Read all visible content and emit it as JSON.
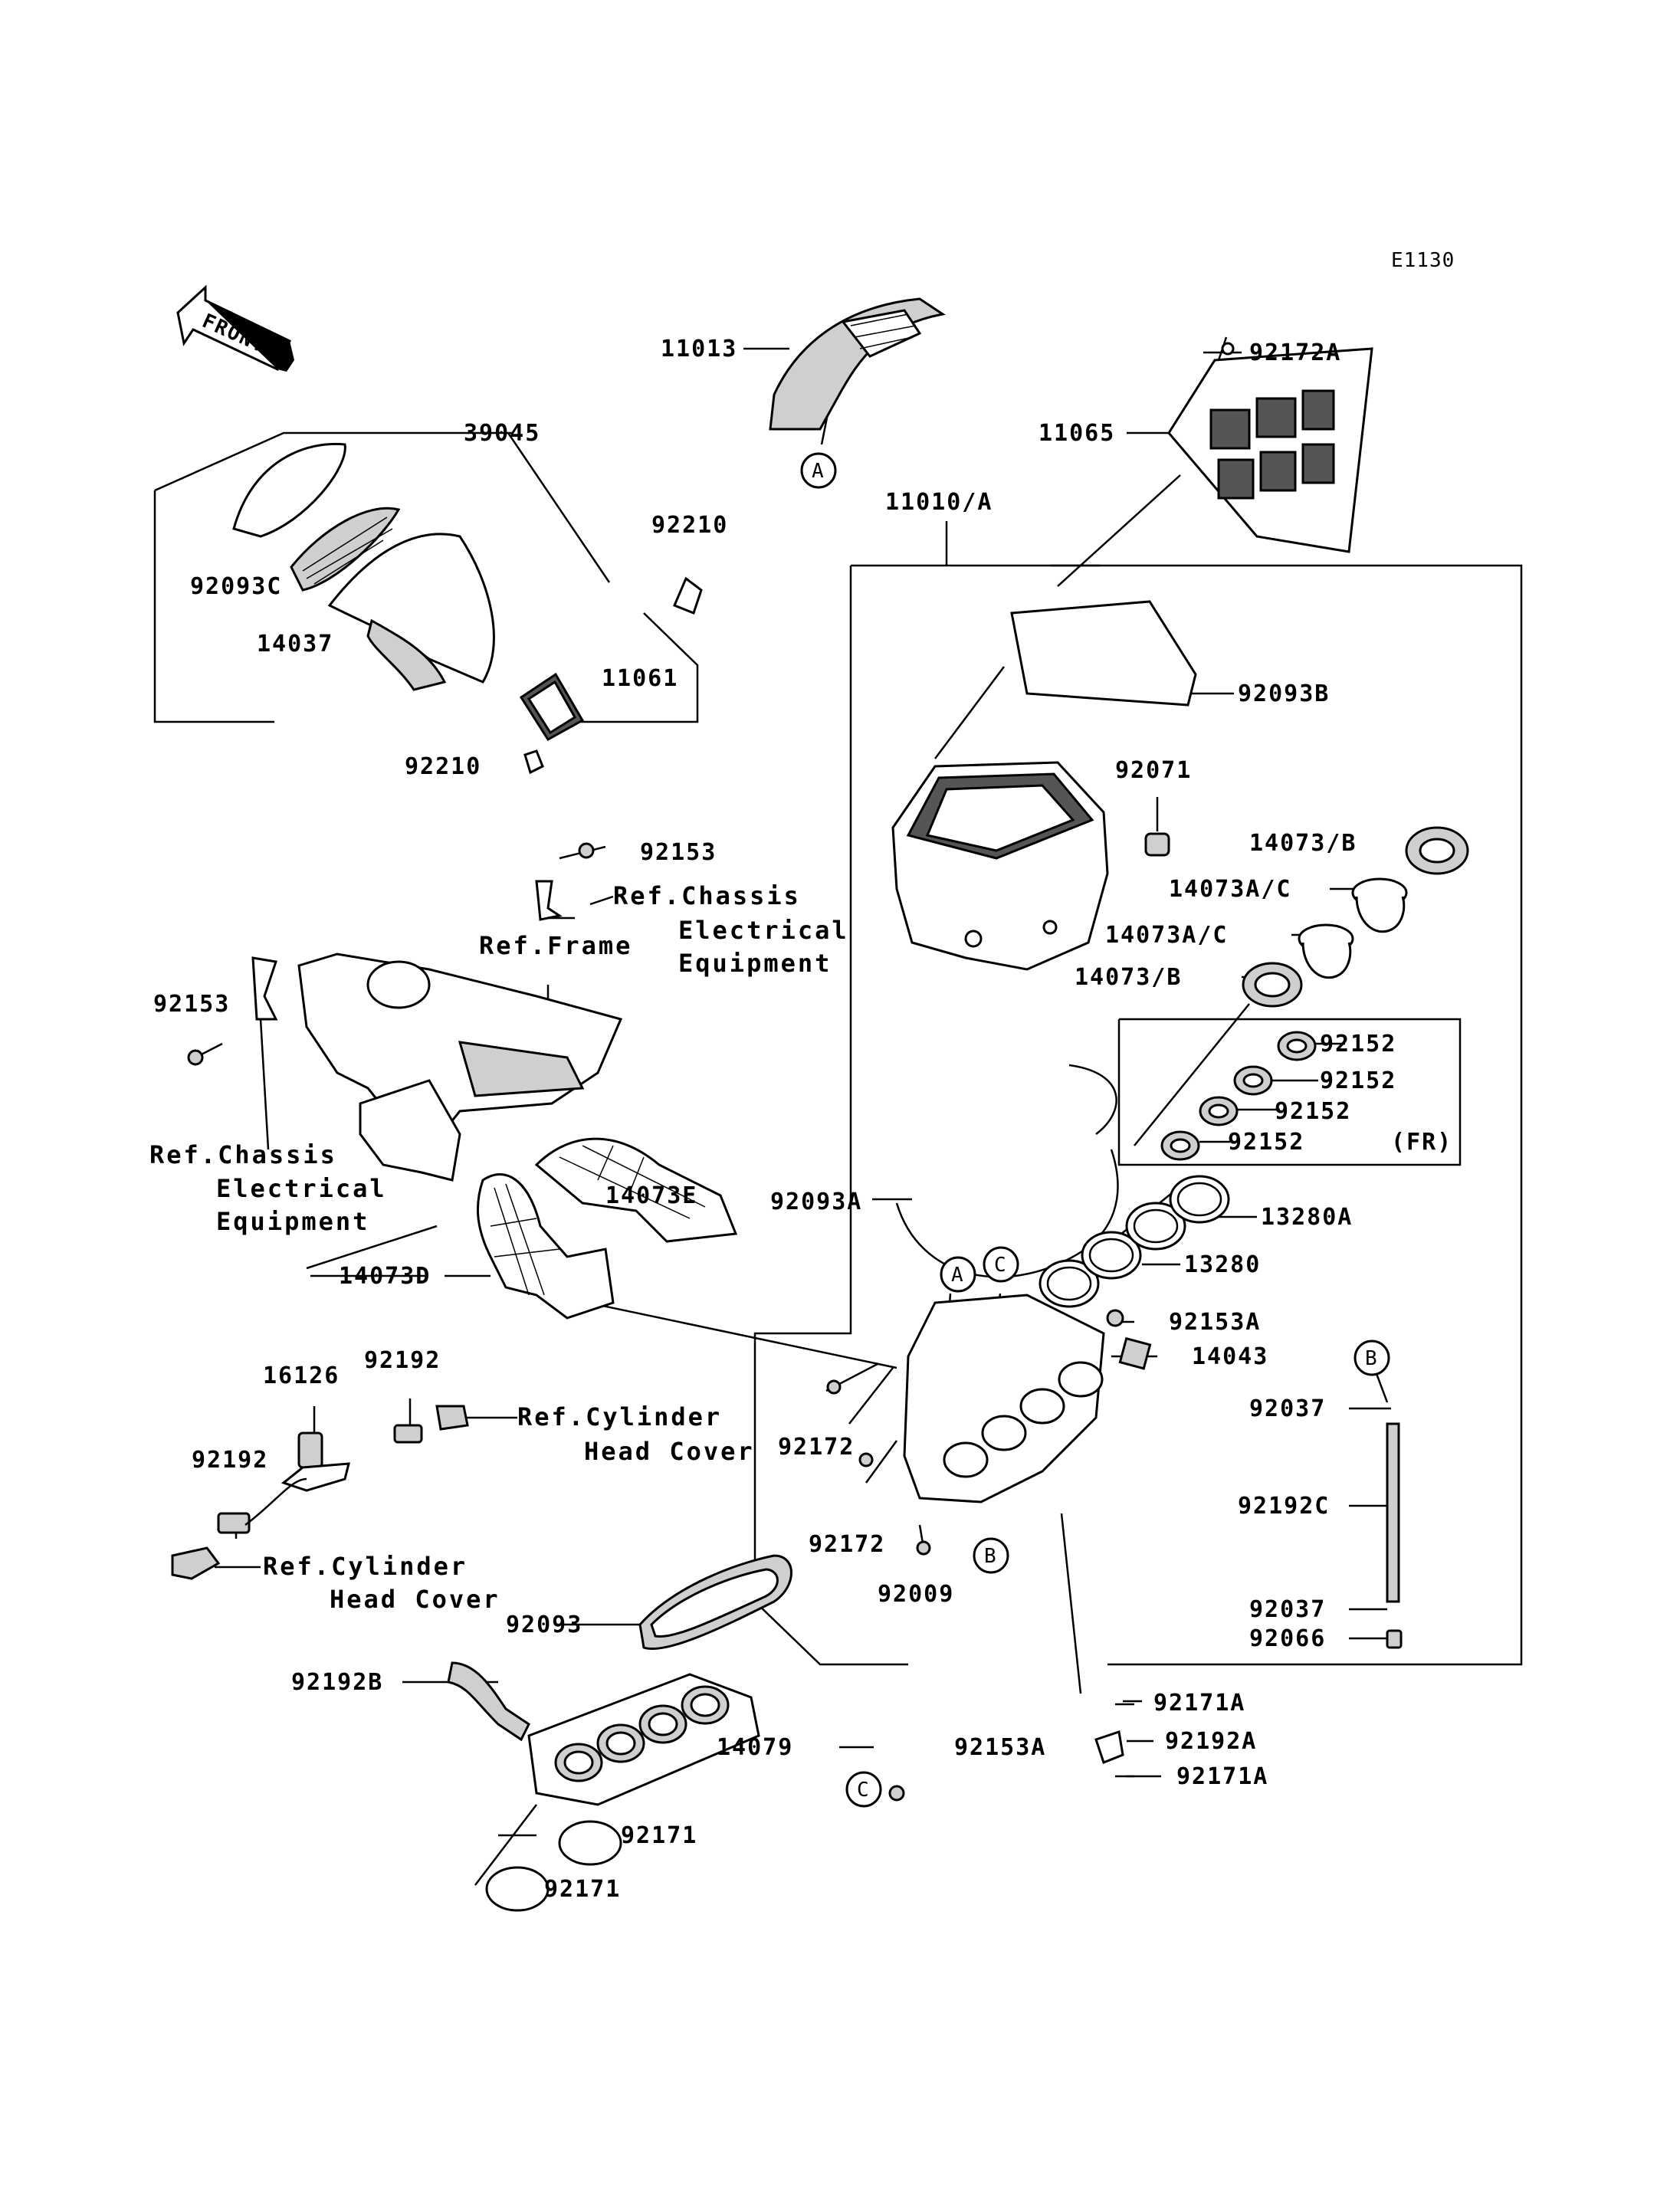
{
  "diagram_code": "E1130",
  "front_label": "FRONT",
  "callouts": {
    "A": "A",
    "B": "B",
    "C": "C",
    "FR": "(FR)"
  },
  "parts": {
    "p11013": "11013",
    "p92172A": "92172A",
    "p11065": "11065",
    "p39045": "39045",
    "p11010A": "11010/A",
    "p92210_top": "92210",
    "p92093C": "92093C",
    "p14037": "14037",
    "p11061": "11061",
    "p92093B": "92093B",
    "p92210_bottom": "92210",
    "p92071": "92071",
    "p92153_top": "92153",
    "p14073B_top": "14073/B",
    "p14073AC_1": "14073A/C",
    "p14073AC_2": "14073A/C",
    "p14073B_2": "14073/B",
    "p92153_left": "92153",
    "p92152_1": "92152",
    "p92152_2": "92152",
    "p92152_3": "92152",
    "p92152_4": "92152",
    "p14073E": "14073E",
    "p92093A": "92093A",
    "p13280A": "13280A",
    "p14073D": "14073D",
    "p13280": "13280",
    "p92153A_1": "92153A",
    "p14043": "14043",
    "p16126": "16126",
    "p92192_top": "92192",
    "p92037_1": "92037",
    "p92192_left": "92192",
    "p92172_1": "92172",
    "p92192C": "92192C",
    "p92172_2": "92172",
    "p92009": "92009",
    "p92037_2": "92037",
    "p92066": "92066",
    "p92093": "92093",
    "p92192B": "92192B",
    "p92171A_1": "92171A",
    "p14079": "14079",
    "p92153A_2": "92153A",
    "p92192A": "92192A",
    "p92171A_2": "92171A",
    "p92171_1": "92171",
    "p92171_2": "92171"
  },
  "references": {
    "chassis_electrical_1_line1": "Ref.Chassis",
    "chassis_electrical_1_line2": "Electrical",
    "chassis_electrical_1_line3": "Equipment",
    "frame": "Ref.Frame",
    "chassis_electrical_2_line1": "Ref.Chassis",
    "chassis_electrical_2_line2": "Electrical",
    "chassis_electrical_2_line3": "Equipment",
    "cyl_head_1_line1": "Ref.Cylinder",
    "cyl_head_1_line2": "Head Cover",
    "cyl_head_2_line1": "Ref.Cylinder",
    "cyl_head_2_line2": "Head Cover"
  }
}
